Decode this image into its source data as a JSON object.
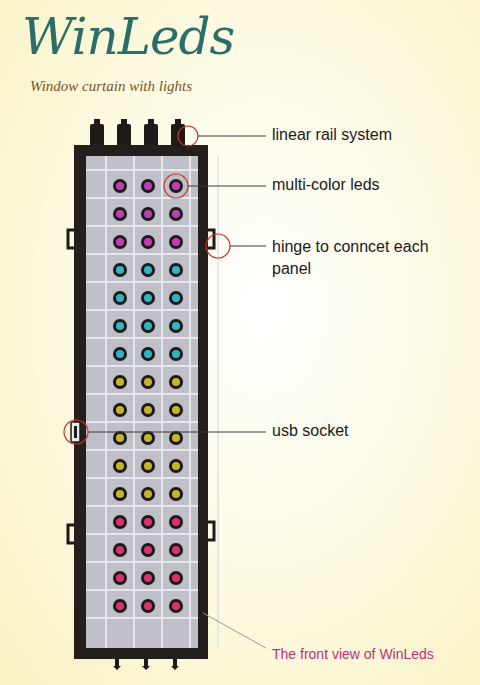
{
  "diagram": {
    "title": "WinLeds",
    "caption": "The front view of WinLeds",
    "labels": [
      "Window curtain with lights",
      "linear rail system",
      "multi-color leds",
      "hinge to conncet each panel",
      "usb socket"
    ]
  }
}
